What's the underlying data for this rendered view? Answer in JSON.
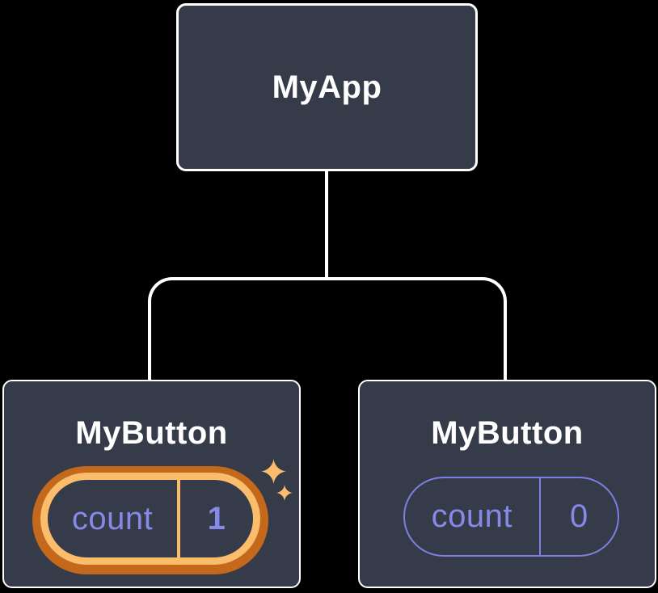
{
  "diagram": {
    "type": "component-tree",
    "root": {
      "label": "MyApp"
    },
    "children": [
      {
        "label": "MyButton",
        "state": {
          "name": "count",
          "value": "1"
        },
        "highlighted": true,
        "icon": "sparkles-icon"
      },
      {
        "label": "MyButton",
        "state": {
          "name": "count",
          "value": "0"
        },
        "highlighted": false
      }
    ],
    "colors": {
      "background": "#000000",
      "node_fill": "#353B48",
      "node_border": "#FFFFFF",
      "connector": "#FFFFFF",
      "label_text": "#FFFFFF",
      "state_purple": "#8689E8",
      "state_border_purple": "#7C7FE3",
      "highlight_orange_light": "#FBBD6B",
      "highlight_orange_dark": "#C4691B"
    }
  }
}
